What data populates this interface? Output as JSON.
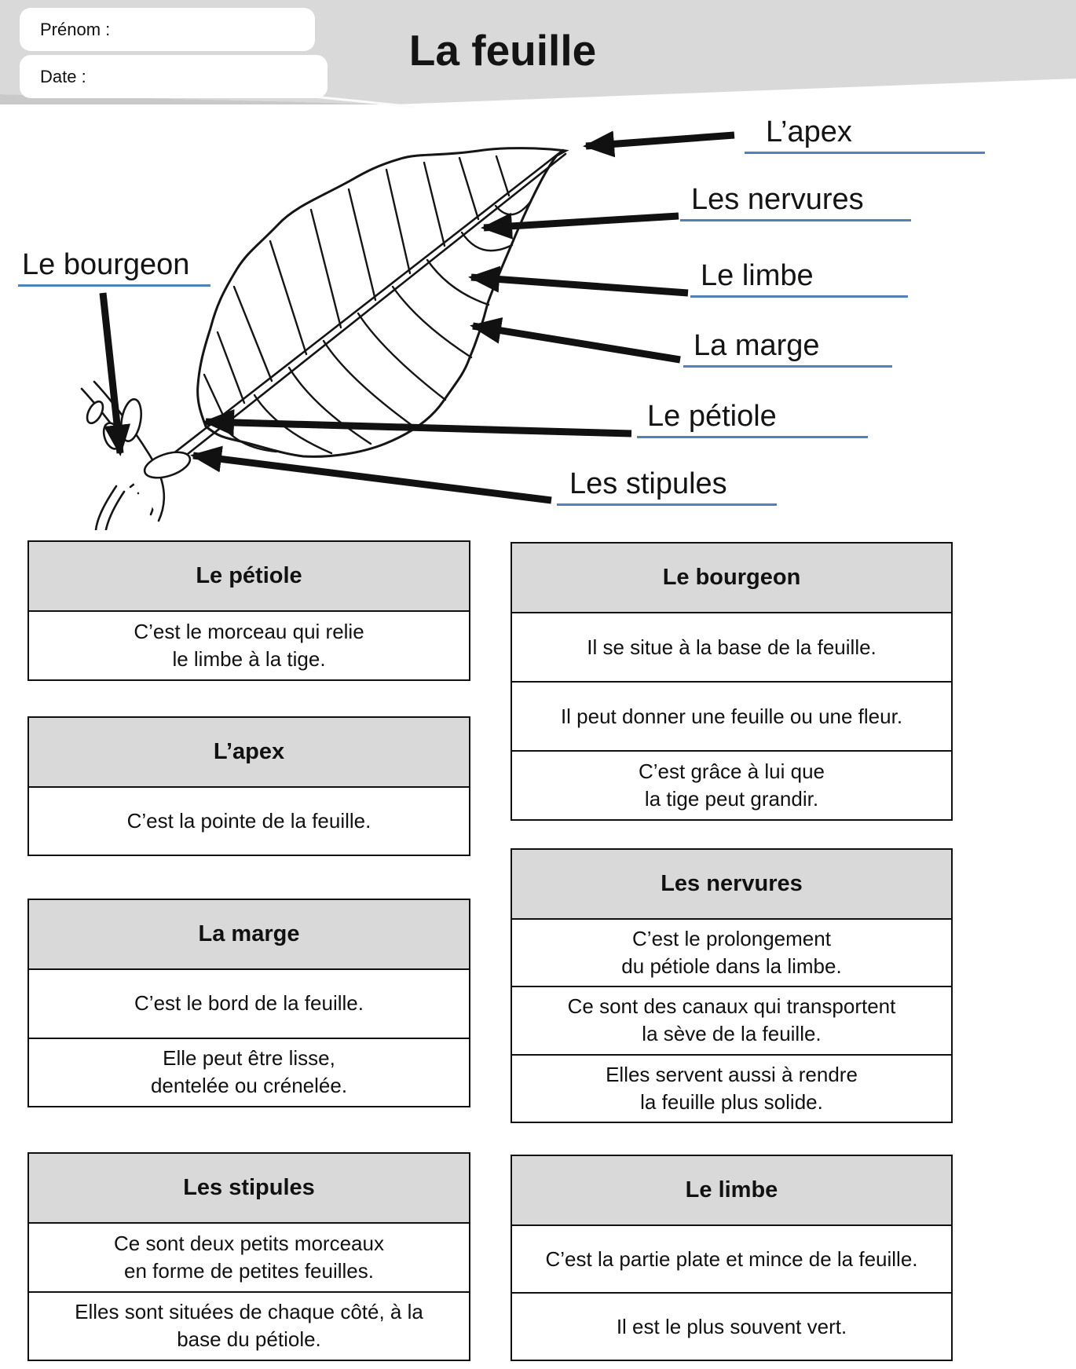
{
  "header": {
    "prenom_label": "Prénom :",
    "date_label": "Date :",
    "title": "La feuille"
  },
  "colors": {
    "banner_gray": "#d9d9d9",
    "banner_fold_gray": "#c9c9c9",
    "box_header_gray": "#d9d9d9",
    "underline_blue": "#4f81bd",
    "ink": "#111111"
  },
  "diagram": {
    "labels": [
      {
        "id": "apex",
        "text": "L’apex"
      },
      {
        "id": "nervures",
        "text": "Les nervures"
      },
      {
        "id": "limbe",
        "text": "Le limbe"
      },
      {
        "id": "marge",
        "text": "La marge"
      },
      {
        "id": "petiole",
        "text": "Le pétiole"
      },
      {
        "id": "stipules",
        "text": "Les stipules"
      },
      {
        "id": "bourgeon",
        "text": "Le bourgeon"
      }
    ]
  },
  "definitions": {
    "left": [
      {
        "title": "Le pétiole",
        "rows": [
          "C’est le morceau qui relie\nle limbe à la tige."
        ]
      },
      {
        "title": "L’apex",
        "rows": [
          "C’est la pointe de la feuille."
        ]
      },
      {
        "title": "La marge",
        "rows": [
          "C’est le bord de la feuille.",
          "Elle peut être lisse,\ndentelée ou crénelée."
        ]
      },
      {
        "title": "Les stipules",
        "rows": [
          "Ce sont deux petits morceaux\nen forme de petites feuilles.",
          "Elles sont situées de chaque côté, à la\nbase du pétiole."
        ]
      }
    ],
    "right": [
      {
        "title": "Le bourgeon",
        "rows": [
          "Il se situe à la base de la feuille.",
          "Il peut donner une feuille ou une fleur.",
          "C’est grâce à lui que\nla tige peut grandir."
        ]
      },
      {
        "title": "Les nervures",
        "rows": [
          "C’est le prolongement\ndu pétiole dans la limbe.",
          "Ce sont des canaux qui transportent\nla sève de la feuille.",
          "Elles servent aussi à rendre\nla feuille plus solide."
        ]
      },
      {
        "title": "Le limbe",
        "rows": [
          "C’est la partie plate et mince de la feuille.",
          "Il est le plus souvent vert."
        ]
      }
    ]
  }
}
